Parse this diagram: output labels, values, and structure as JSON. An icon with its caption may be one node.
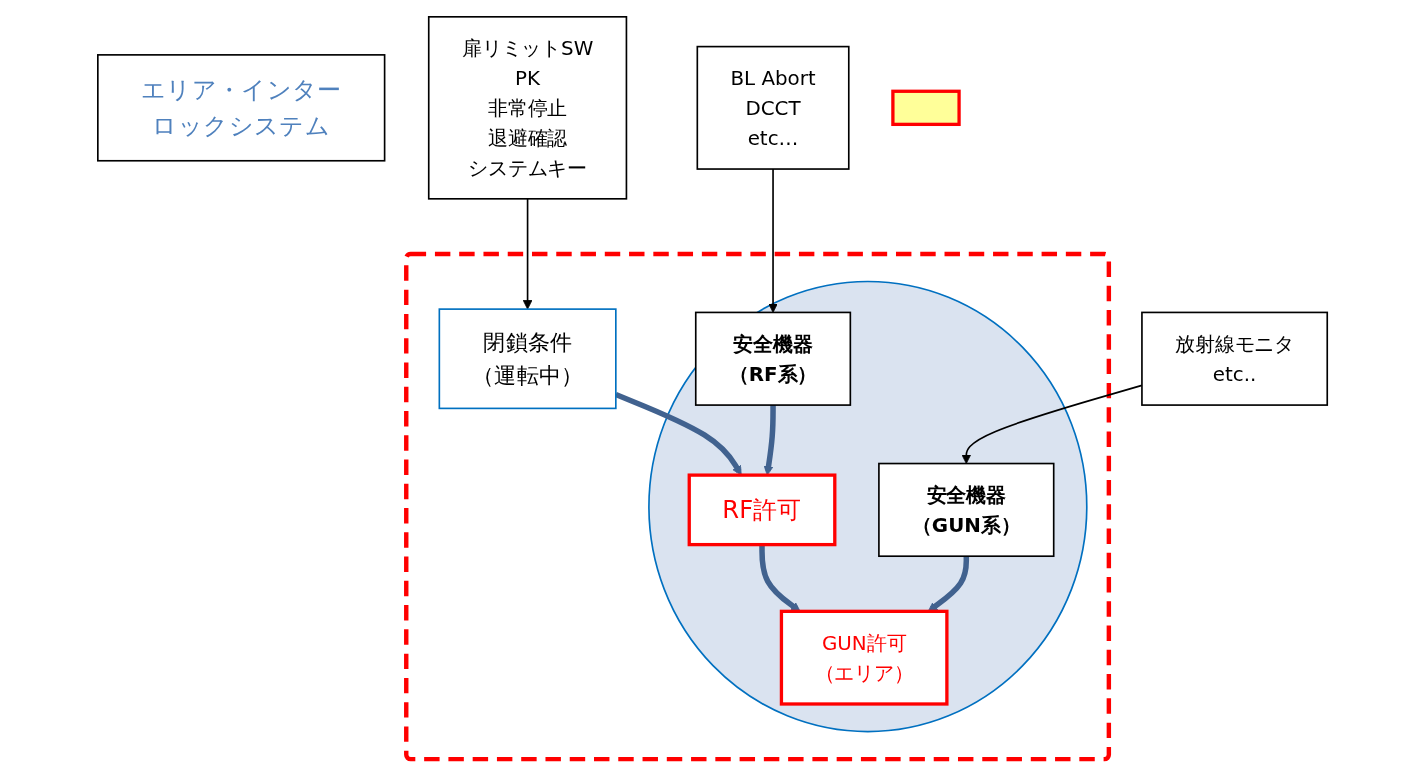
{
  "diagram": {
    "nodes": [
      {
        "text": [
          "エリア・インターロックシステム"
        ]
      },
      {
        "text": [],
        "shape": "box"
      },
      {
        "text": [
          "閉鎖条件",
          "（運転中）"
        ],
        "in": 1
      },
      {
        "text": [],
        "shape": "circle",
        "in": 1
      },
      {
        "text": [
          "RF許可"
        ],
        "in": 3
      },
      {
        "text": [
          "安全機器",
          "（RF系）"
        ],
        "in": 3
      },
      {
        "text": [
          "GUN許可",
          "（エリア）"
        ],
        "in": 3
      },
      {
        "text": [
          "安全機器",
          "（GUN系）"
        ],
        "in": 3
      },
      {
        "text": [
          "扉リミットSW",
          "PK",
          "非常停止",
          "退避確認",
          "システムキー"
        ]
      },
      {
        "text": [
          "BL Abort",
          "DCCT",
          "etc…"
        ]
      },
      {
        "text": [
          "放射線モニタ",
          "etc.."
        ]
      },
      {
        "text": [],
        "shape": "box"
      }
    ],
    "edges": [
      {
        "from": 8,
        "to": 2,
        "arrow": "to",
        "color": "#000000"
      },
      {
        "from": 2,
        "to": 4,
        "arrow": "to"
      },
      {
        "from": 5,
        "to": 4,
        "arrow": "to"
      },
      {
        "from": 4,
        "to": 6,
        "arrow": "to"
      },
      {
        "from": 7,
        "to": 6,
        "arrow": "to"
      },
      {
        "from": 9,
        "to": 5,
        "arrow": "to",
        "color": "#000000"
      },
      {
        "from": 10,
        "to": 7,
        "arrow": "to",
        "color": "#000000"
      }
    ]
  }
}
